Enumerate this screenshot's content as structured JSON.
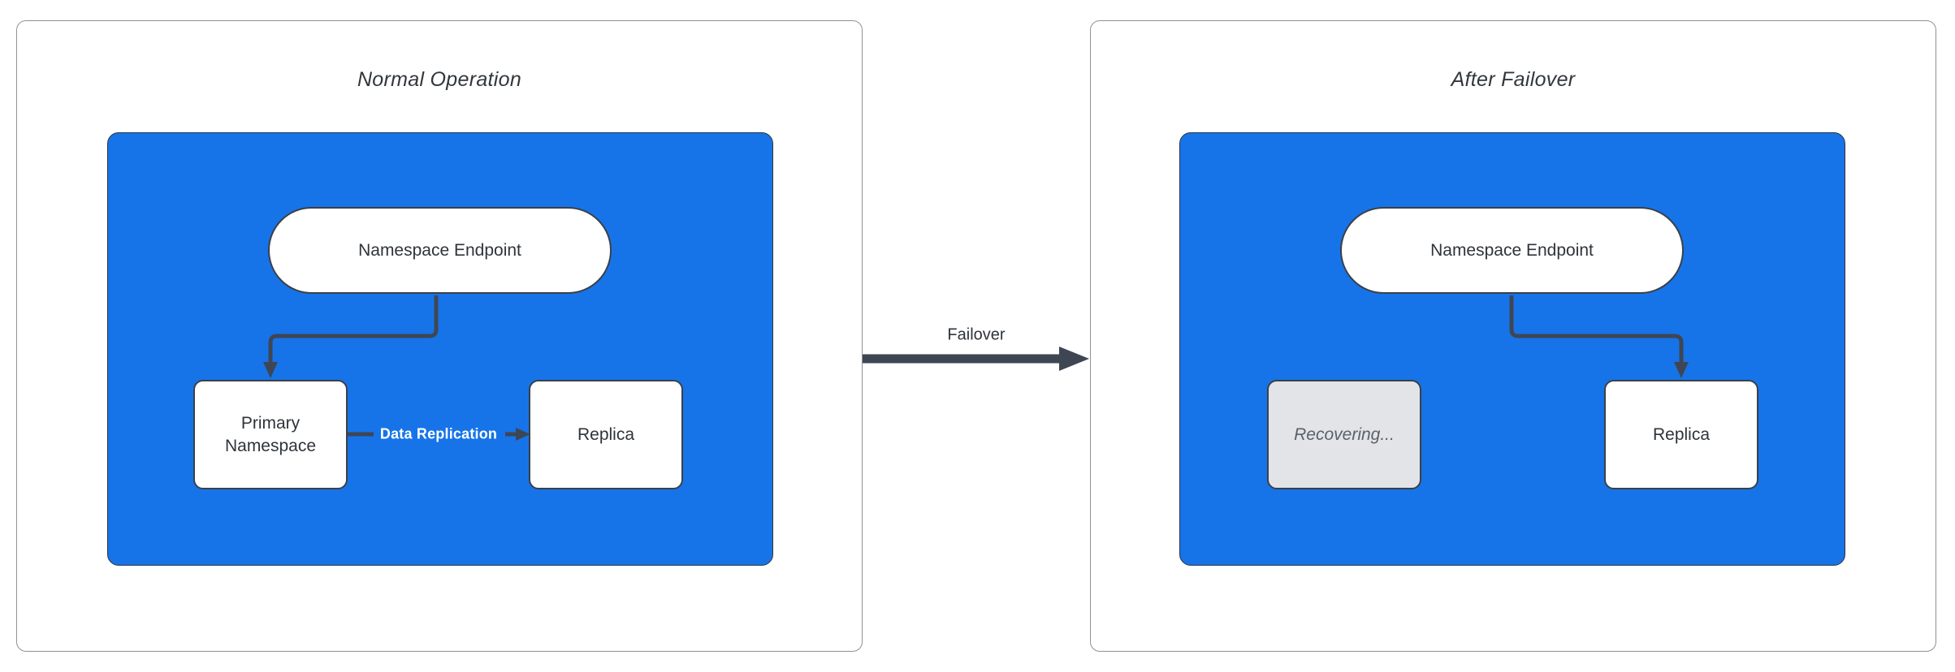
{
  "colors": {
    "accent_blue": "#1674e8",
    "edge_dark": "#3f4653",
    "node_border": "#3b4048",
    "node_text": "#2f343a",
    "gray_fill": "#e2e4e7",
    "gray_text": "#5a616b",
    "panel_border": "#8e9196"
  },
  "left_panel": {
    "title": "Normal Operation",
    "endpoint_label": "Namespace Endpoint",
    "primary_label": "Primary\nNamespace",
    "replica_label": "Replica",
    "replication_edge_label": "Data Replication"
  },
  "failover_edge_label": "Failover",
  "right_panel": {
    "title": "After Failover",
    "endpoint_label": "Namespace Endpoint",
    "recovering_label": "Recovering...",
    "replica_label": "Replica"
  }
}
